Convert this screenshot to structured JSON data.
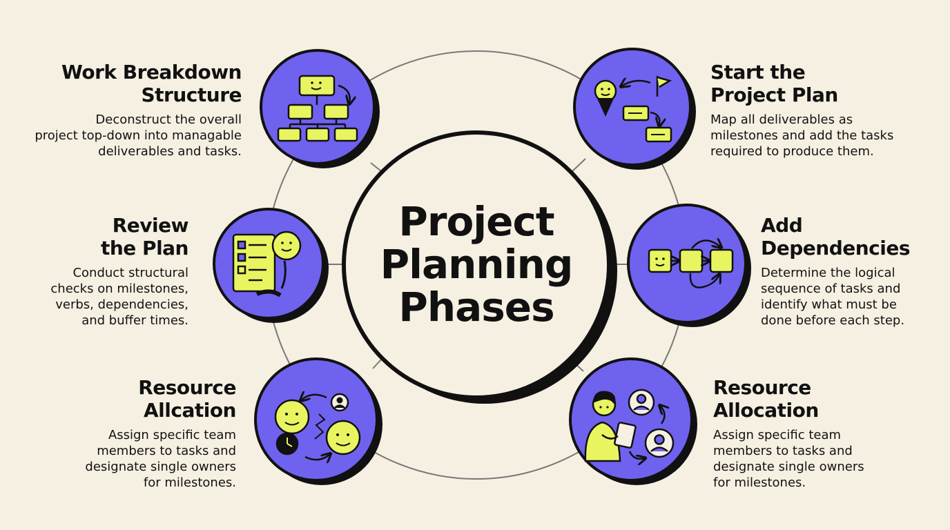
{
  "hub": {
    "title_lines": [
      "Project",
      "Planning",
      "Phases"
    ]
  },
  "colors": {
    "background": "#f6f0e2",
    "node_fill": "#6f62ef",
    "icon_fill": "#e9f560",
    "ink": "#111111",
    "hub_fill": "#f6f0e2"
  },
  "phases": [
    {
      "id": "work-breakdown",
      "icon": "org-chart-icon",
      "title_lines": [
        "Work Breakdown",
        "Structure"
      ],
      "desc_lines": [
        "Deconstruct the overall",
        "project top-down into managable",
        "deliverables and tasks."
      ]
    },
    {
      "id": "start-plan",
      "icon": "milestone-flag-icon",
      "title_lines": [
        "Start the",
        "Project Plan"
      ],
      "desc_lines": [
        "Map all deliverables as",
        "milestones and add the tasks",
        "required to produce them."
      ]
    },
    {
      "id": "review-plan",
      "icon": "checklist-icon",
      "title_lines": [
        "Review",
        "the Plan"
      ],
      "desc_lines": [
        "Conduct structural",
        "checks on milestones,",
        "verbs, dependencies,",
        "and buffer times."
      ]
    },
    {
      "id": "dependencies",
      "icon": "dependency-chain-icon",
      "title_lines": [
        "Add",
        "Dependencies"
      ],
      "desc_lines": [
        "Determine the logical",
        "sequence of tasks and",
        "identify what must be",
        "done before each step."
      ]
    },
    {
      "id": "resource-left",
      "icon": "team-swap-icon",
      "title_lines": [
        "Resource",
        "Allcation"
      ],
      "desc_lines": [
        "Assign specific team",
        "members to tasks and",
        "designate single owners",
        "for milestones."
      ]
    },
    {
      "id": "resource-right",
      "icon": "assign-person-icon",
      "title_lines": [
        "Resource",
        "Allocation"
      ],
      "desc_lines": [
        "Assign specific team",
        "members to tasks and",
        "designate single owners",
        "for milestones."
      ]
    }
  ]
}
